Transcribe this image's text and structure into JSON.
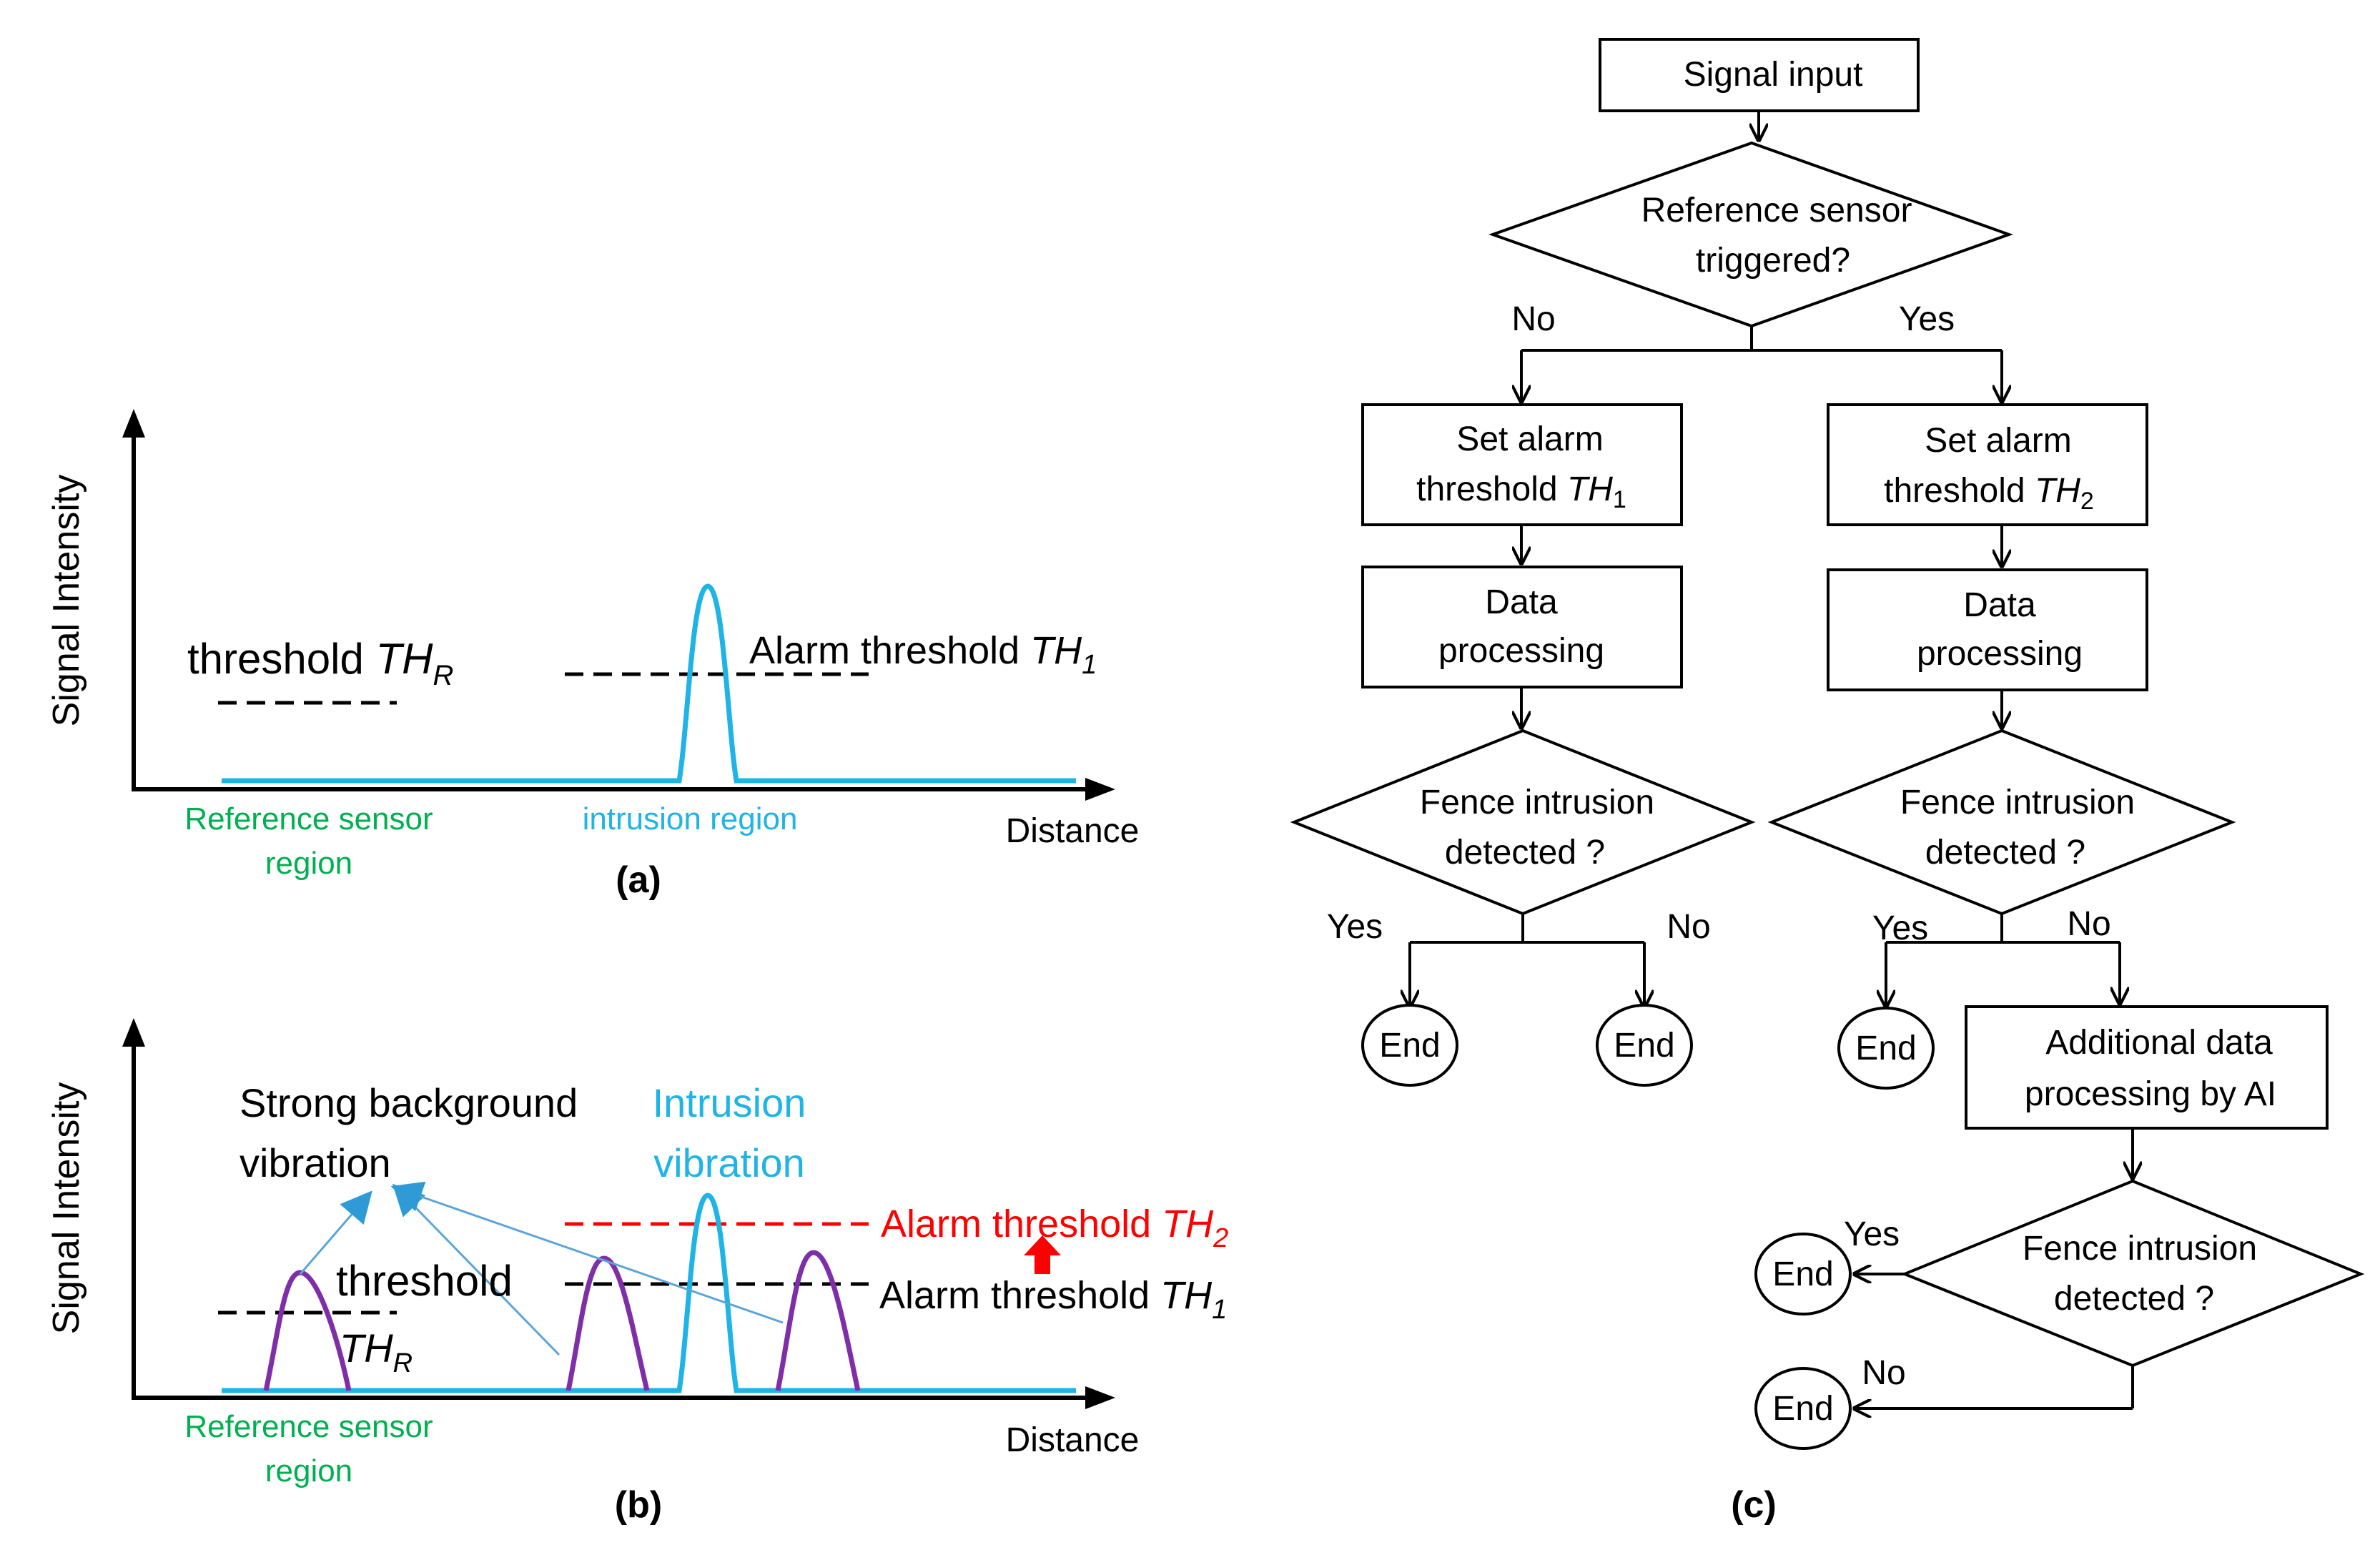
{
  "colors": {
    "signal": "#1FB4E6",
    "background_vibration": "#7E2FA8",
    "region_label": "#00B050",
    "alarm_th2": "#FF0000",
    "arrow_blue": "#5BA5D8"
  },
  "panel_a": {
    "ylabel": "Signal Intensity",
    "xlabel": "Distance",
    "threshold_label": "threshold ",
    "threshold_var": "TH",
    "threshold_sub": "R",
    "alarm_label": "Alarm threshold ",
    "alarm_var": "TH",
    "alarm_sub": "1",
    "ref_region_line1": "Reference sensor",
    "ref_region_line2": "region",
    "intrusion_region": "intrusion region",
    "caption": "(a)"
  },
  "panel_b": {
    "ylabel": "Signal Intensity",
    "xlabel": "Distance",
    "strong_bg_line1": "Strong background",
    "strong_bg_line2": "vibration",
    "intrusion_line1": "Intrusion",
    "intrusion_line2": "vibration",
    "threshold_label": "threshold",
    "threshold_var": "TH",
    "threshold_sub": "R",
    "alarm2_label": "Alarm threshold ",
    "alarm2_var": "TH",
    "alarm2_sub": "2",
    "alarm1_label": "Alarm threshold ",
    "alarm1_var": "TH",
    "alarm1_sub": "1",
    "ref_region_line1": "Reference sensor",
    "ref_region_line2": "region",
    "caption": "(b)"
  },
  "panel_c": {
    "signal_input": "Signal input",
    "ref_triggered_line1": "Reference sensor",
    "ref_triggered_line2": "triggered?",
    "no": "No",
    "yes": "Yes",
    "set_alarm_line1": "Set alarm",
    "set_alarm_line2": "threshold ",
    "th_var": "TH",
    "th1_sub": "1",
    "th2_sub": "2",
    "data_line1": "Data",
    "data_line2": "processing",
    "fence_line1": "Fence intrusion",
    "fence_line2": "detected ?",
    "end": "End",
    "ai_line1": "Additional data",
    "ai_line2": "processing by AI",
    "caption": "(c)"
  }
}
